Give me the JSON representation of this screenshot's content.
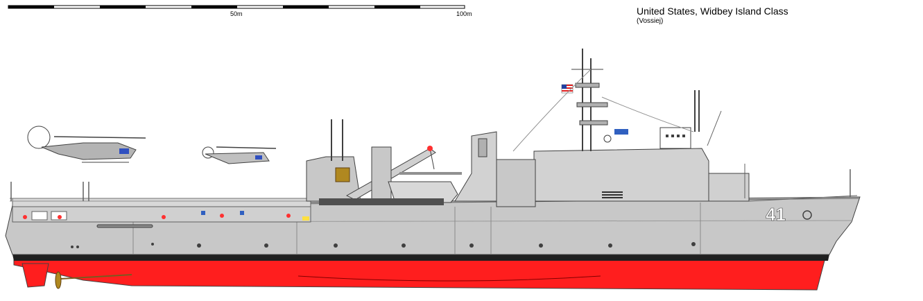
{
  "caption": {
    "title": "United States, Widbey Island Class",
    "author": "(Vossiej)"
  },
  "scale_bar": {
    "label_mid": "50m",
    "label_end": "100m"
  },
  "ship": {
    "hull_number": "41",
    "colors": {
      "hull_gray": "#c8c8c8",
      "superstructure_gray": "#d2d2d2",
      "deck_gray": "#bebebe",
      "boot_top": "#202020",
      "antifouling_red": "#ff1e1e",
      "outline": "#404040"
    }
  },
  "helicopters": [
    {
      "name": "helicopter-ch53"
    },
    {
      "name": "helicopter-ch46"
    }
  ]
}
